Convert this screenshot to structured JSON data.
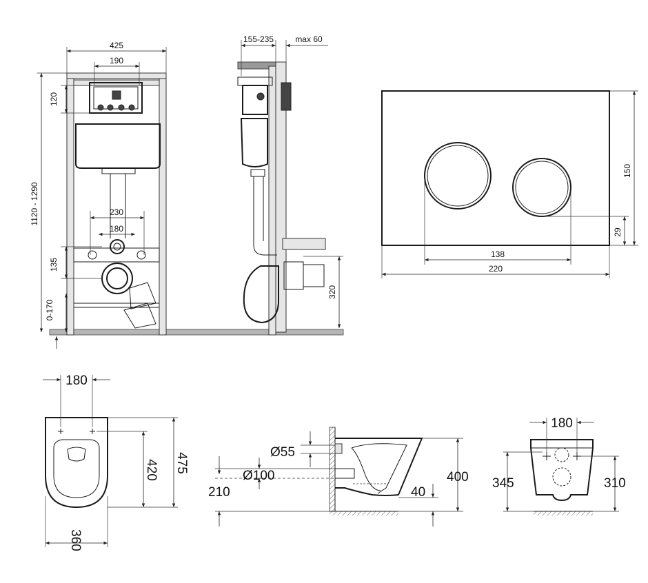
{
  "frame_view": {
    "width": "425",
    "inner_width": "190",
    "top_offset": "120",
    "height_range": "1120 - 1290",
    "bolt_spacing_outer": "230",
    "bolt_spacing_inner": "180",
    "drain_height": "135",
    "leg_adjust": "0-170"
  },
  "side_view": {
    "depth_range": "155-235",
    "max_wall": "max 60",
    "drain_height": "320"
  },
  "flush_plate": {
    "height": "150",
    "button_offset": "29",
    "button_span": "138",
    "width": "220"
  },
  "bowl_top": {
    "bolt_spacing": "180",
    "length_to_bolts": "420",
    "length": "475",
    "width": "360"
  },
  "bowl_side": {
    "inlet_dia": "Ø55",
    "outlet_dia": "Ø100",
    "outlet_height": "210",
    "height": "400",
    "depth": "40"
  },
  "bowl_front": {
    "bolt_spacing": "180",
    "height_left": "345",
    "height_right": "310"
  }
}
